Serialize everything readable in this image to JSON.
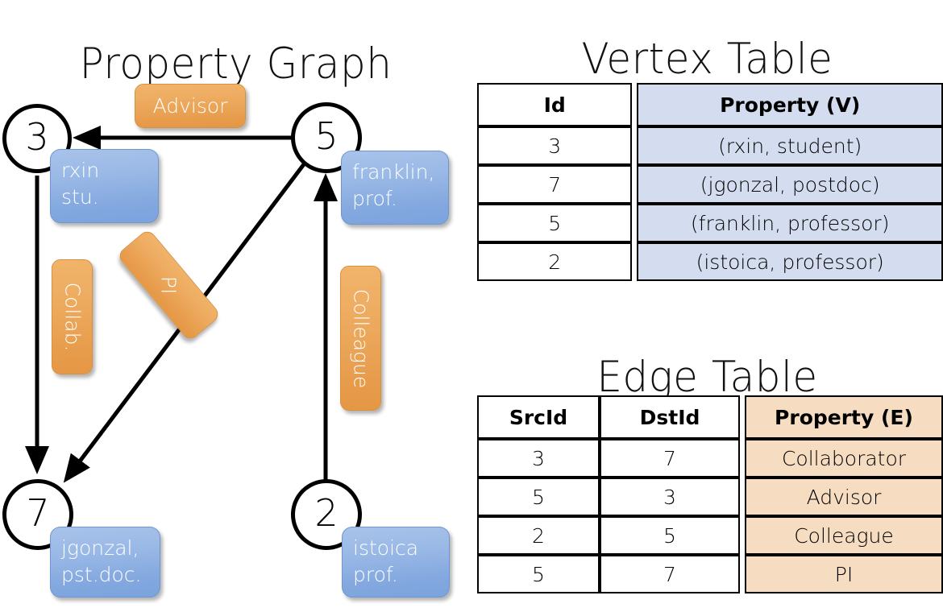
{
  "titles": {
    "property_graph": "Property Graph",
    "vertex_table": "Vertex Table",
    "edge_table": "Edge Table"
  },
  "graph": {
    "nodes": [
      {
        "id": "3",
        "property": "rxin\nstu."
      },
      {
        "id": "5",
        "property": "franklin,\nprof."
      },
      {
        "id": "7",
        "property": "jgonzal,\npst.doc."
      },
      {
        "id": "2",
        "property": "istoica\nprof."
      }
    ],
    "node_labels": {
      "n3": "3",
      "n5": "5",
      "n7": "7",
      "n2": "2"
    },
    "property_boxes": {
      "rxin_line1": "rxin",
      "rxin_line2": "stu.",
      "franklin_line1": "franklin,",
      "franklin_line2": "prof.",
      "jgonzal_line1": "jgonzal,",
      "jgonzal_line2": "pst.doc.",
      "istoica_line1": "istoica",
      "istoica_line2": "prof."
    },
    "edge_labels": {
      "advisor": "Advisor",
      "collab": "Collab.",
      "pi": "PI",
      "colleague": "Colleague"
    },
    "edges": [
      {
        "from": "5",
        "to": "3",
        "label": "Advisor"
      },
      {
        "from": "3",
        "to": "7",
        "label": "Collab."
      },
      {
        "from": "5",
        "to": "7",
        "label": "PI"
      },
      {
        "from": "2",
        "to": "5",
        "label": "Colleague"
      }
    ]
  },
  "vertex_table": {
    "headers": [
      "Id",
      "Property (V)"
    ],
    "rows": [
      {
        "id": "3",
        "property": "(rxin, student)"
      },
      {
        "id": "7",
        "property": "(jgonzal, postdoc)"
      },
      {
        "id": "5",
        "property": "(franklin, professor)"
      },
      {
        "id": "2",
        "property": "(istoica, professor)"
      }
    ]
  },
  "edge_table": {
    "headers": [
      "SrcId",
      "DstId",
      "Property (E)"
    ],
    "rows": [
      {
        "src": "3",
        "dst": "7",
        "property": "Collaborator"
      },
      {
        "src": "5",
        "dst": "3",
        "property": "Advisor"
      },
      {
        "src": "2",
        "dst": "5",
        "property": "Colleague"
      },
      {
        "src": "5",
        "dst": "7",
        "property": "PI"
      }
    ]
  },
  "colors": {
    "vertex_property_fill": "#d3ddef",
    "edge_property_fill": "#f6ddc2",
    "node_box_blue": "#8fb2e3",
    "edge_box_orange": "#eda957",
    "border": "#000000"
  }
}
